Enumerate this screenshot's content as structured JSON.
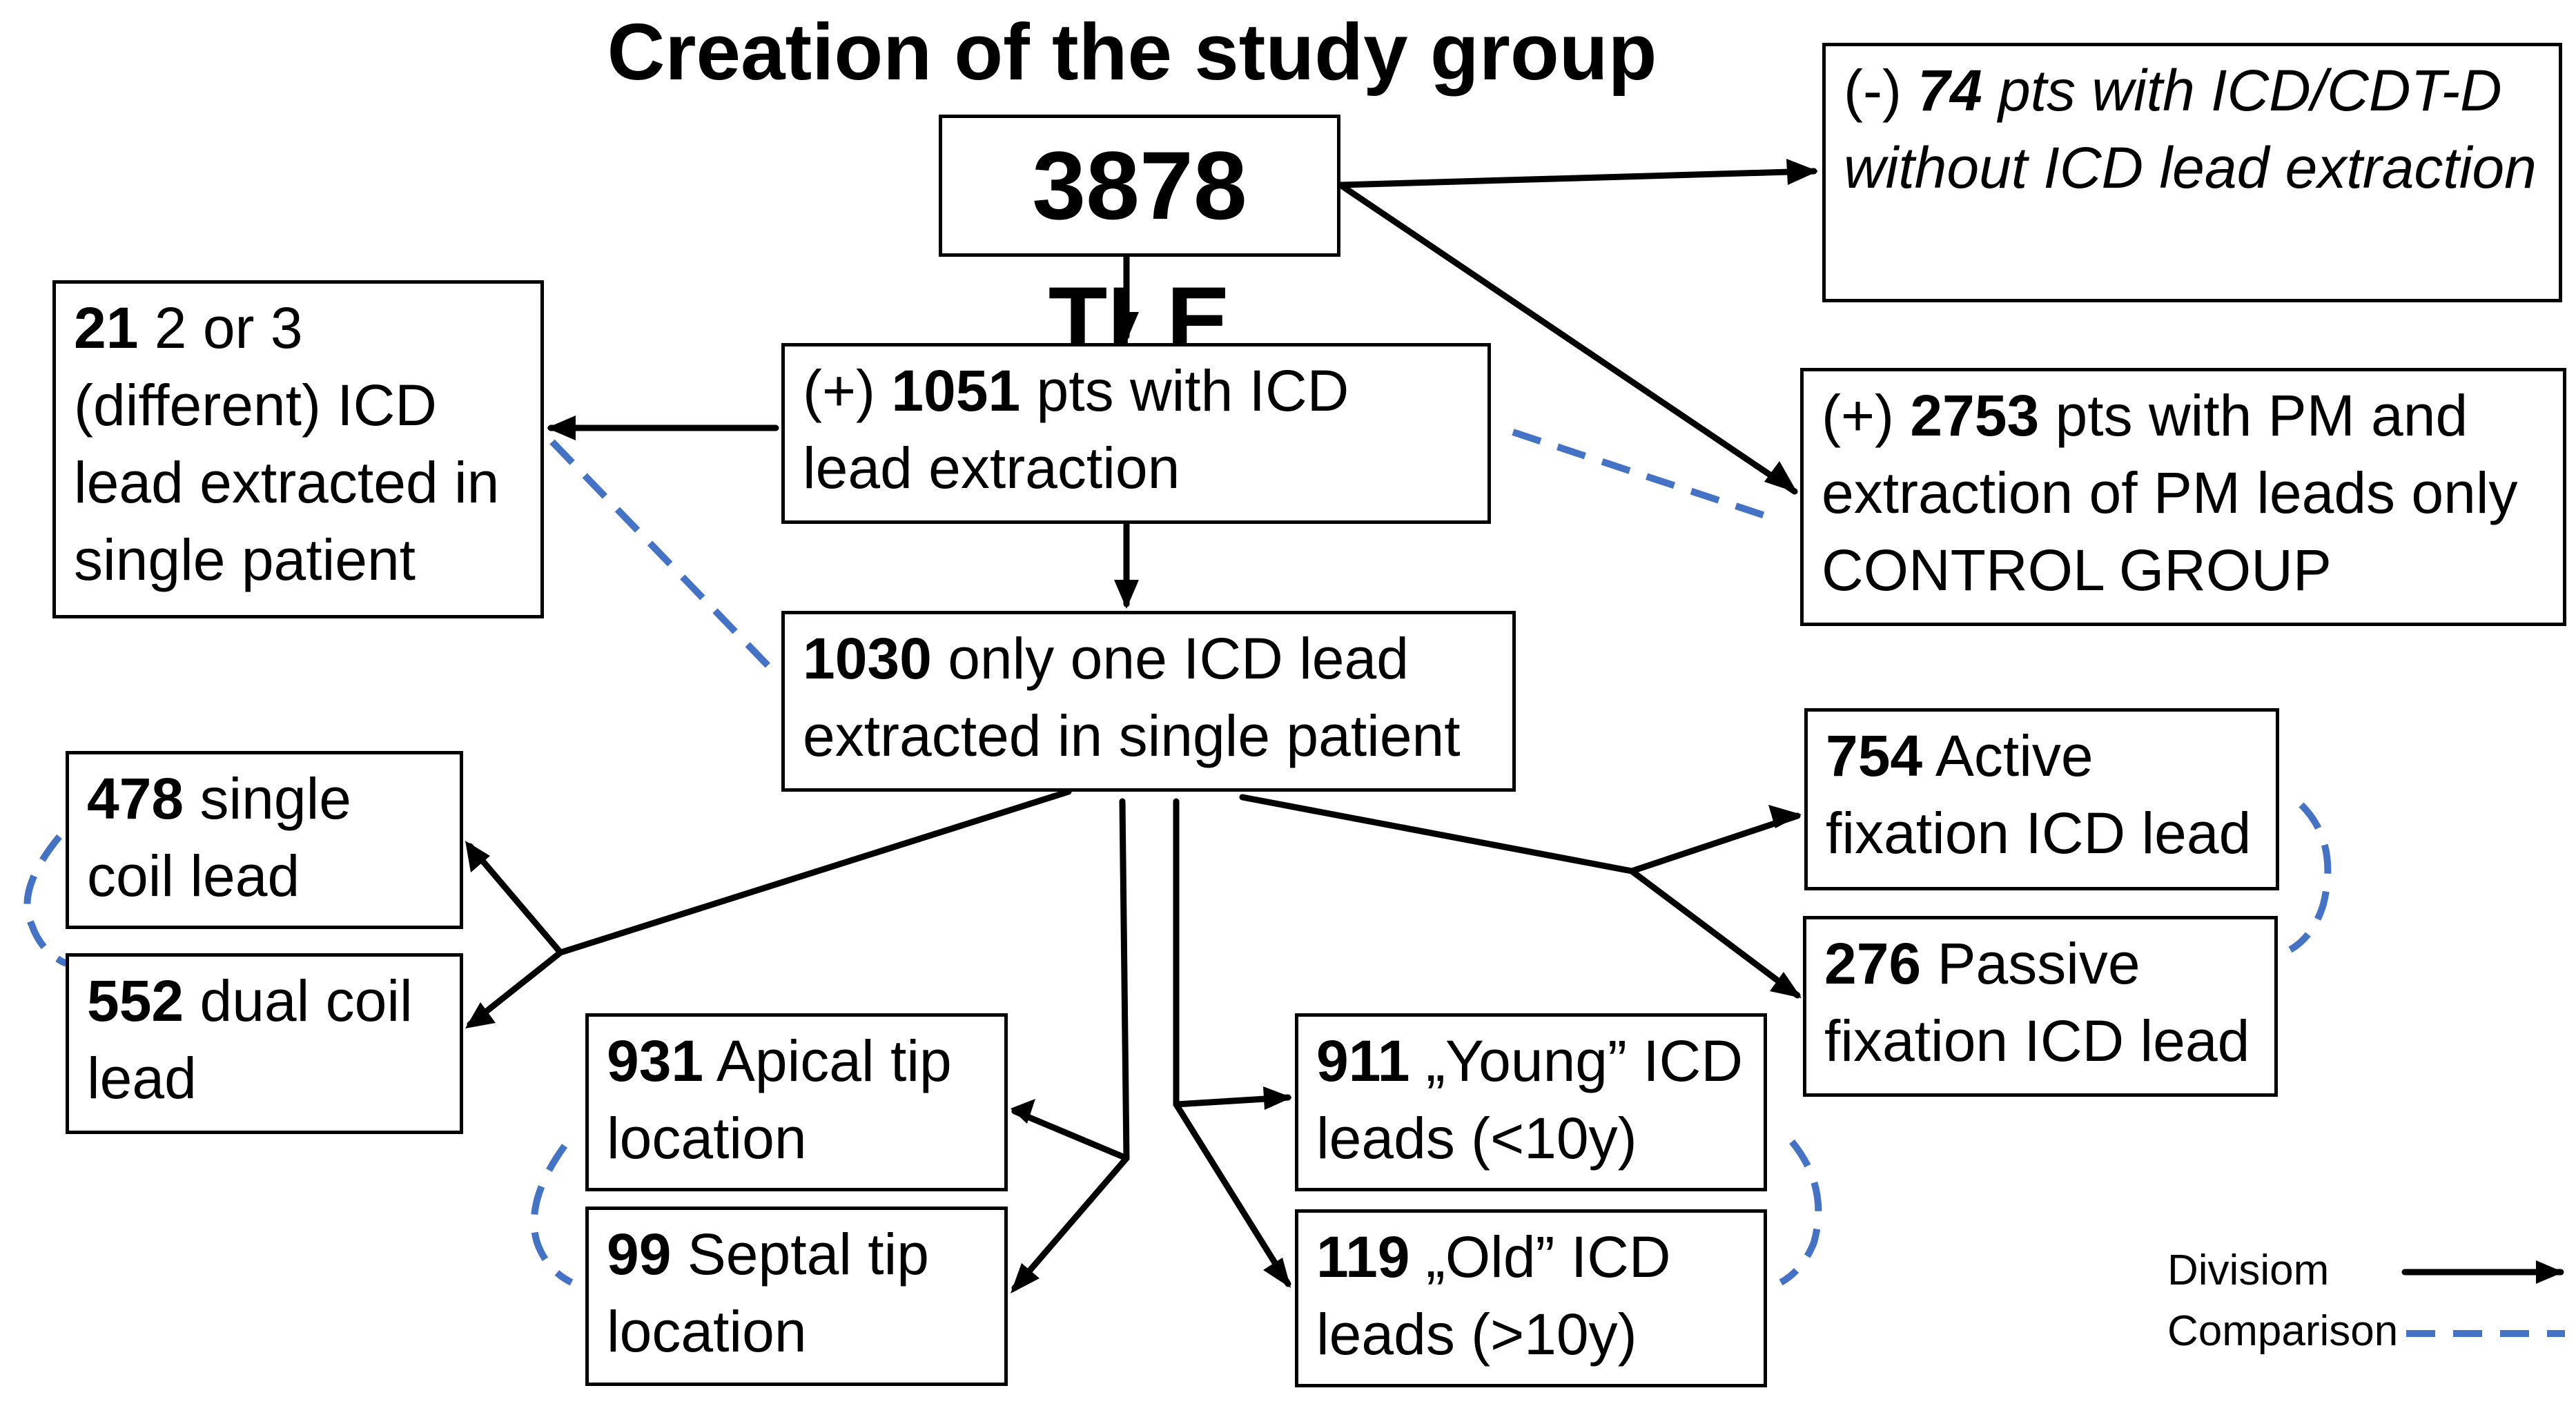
{
  "title": "Creation of the study group",
  "boxes": {
    "main": {
      "text": "3878 TLE"
    },
    "box_74": {
      "prefix": "(-) ",
      "number": "74",
      "text": " pts with ICD/CDT-D without ICD lead extraction"
    },
    "box_1051": {
      "prefix": "(+) ",
      "number": "1051",
      "text": " pts with ICD lead extraction"
    },
    "box_21": {
      "number": "21",
      "text": " 2 or 3 (different) ICD lead extracted in single patient"
    },
    "box_2753": {
      "prefix": "(+) ",
      "number": "2753",
      "text": " pts with PM and extraction of PM leads only",
      "line2": "CONTROL GROUP"
    },
    "box_1030": {
      "number": "1030",
      "text": " only one ICD lead extracted in single patient"
    },
    "box_478": {
      "number": "478",
      "text": " single coil lead"
    },
    "box_552": {
      "number": "552",
      "text": " dual coil lead"
    },
    "box_754": {
      "number": "754",
      "text": " Active fixation ICD lead"
    },
    "box_276": {
      "number": "276",
      "text": " Passive fixation ICD lead"
    },
    "box_931": {
      "number": "931",
      "text": " Apical tip location"
    },
    "box_99": {
      "number": "99",
      "text": " Septal tip location"
    },
    "box_911": {
      "number": "911",
      "text": " „Young” ICD leads (<10y)"
    },
    "box_119": {
      "number": "119",
      "text": " „Old” ICD leads (>10y)"
    }
  },
  "legend": {
    "division_label": "Divisiom",
    "comparison_label": "Comparison"
  },
  "colors": {
    "division": "#000000",
    "comparison": "#4472C4"
  }
}
